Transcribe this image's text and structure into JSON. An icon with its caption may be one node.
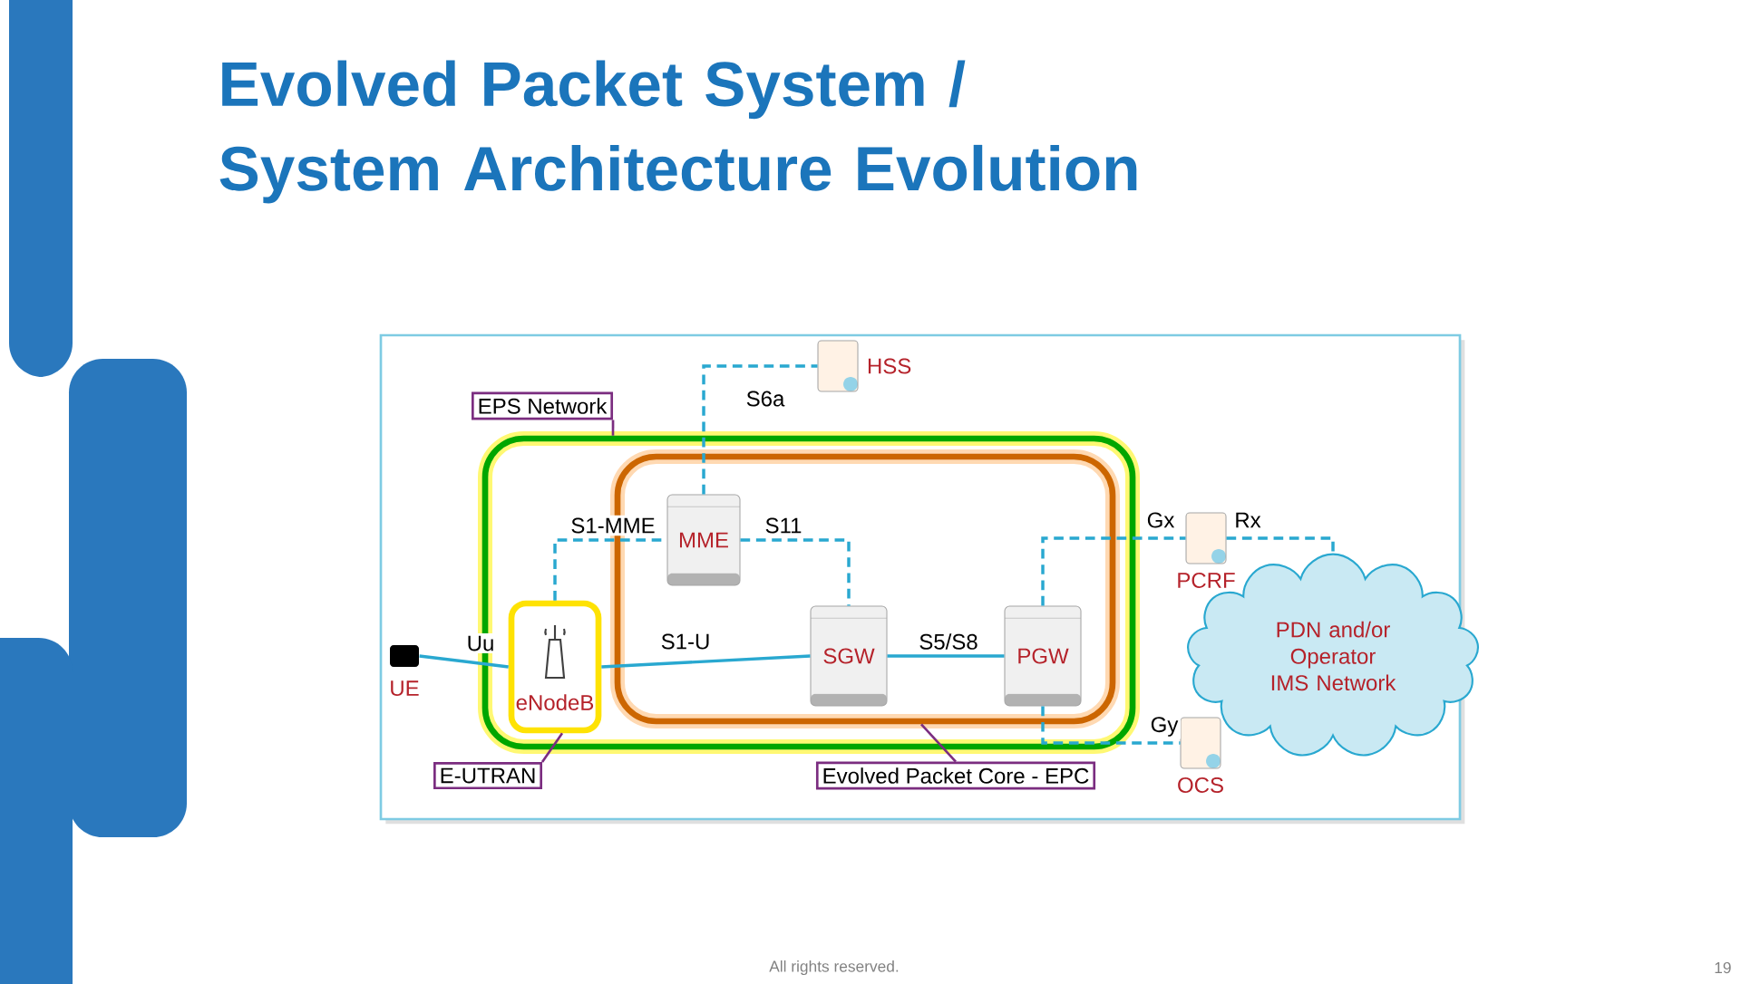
{
  "diagram": {
    "title": "Evolved Packet System / System Architecture Evolution",
    "nodes": [
      {
        "text": [],
        "shape": "box"
      },
      {
        "text": [],
        "shape": "box",
        "in": 0
      },
      {
        "text": [
          "UE"
        ]
      },
      {
        "text": [
          "eNodeB"
        ],
        "in": 0
      },
      {
        "text": [
          "MME"
        ],
        "in": 1
      },
      {
        "text": [
          "SGW"
        ],
        "in": 1
      },
      {
        "text": [
          "PGW"
        ],
        "in": 1
      },
      {
        "text": [
          "HSS"
        ]
      },
      {
        "text": [
          "PCRF"
        ]
      },
      {
        "text": [
          "OCS"
        ]
      },
      {
        "text": [
          "PDN and/or Operator IMS Network"
        ]
      },
      {
        "text": [
          "EPS Network"
        ]
      },
      {
        "text": [
          "E-UTRAN"
        ]
      },
      {
        "text": [
          "Evolved Packet Core - EPC"
        ]
      }
    ],
    "edges": [
      {
        "from": 2,
        "to": 3,
        "arrow": "none",
        "label": "Uu"
      },
      {
        "from": 3,
        "to": 4,
        "arrow": "none",
        "label": "S1-MME",
        "style": "dashed"
      },
      {
        "from": 3,
        "to": 5,
        "arrow": "none",
        "label": "S1-U"
      },
      {
        "from": 4,
        "to": 5,
        "arrow": "none",
        "label": "S11",
        "style": "dashed"
      },
      {
        "from": 4,
        "to": 7,
        "arrow": "none",
        "label": "S6a",
        "style": "dashed"
      },
      {
        "from": 5,
        "to": 6,
        "arrow": "none",
        "label": "S5/S8"
      },
      {
        "from": 6,
        "to": 8,
        "arrow": "none",
        "label": "Gx",
        "style": "dashed"
      },
      {
        "from": 8,
        "to": 10,
        "arrow": "none",
        "label": "Rx",
        "style": "dashed"
      },
      {
        "from": 6,
        "to": 9,
        "arrow": "none",
        "label": "Gy",
        "style": "dashed"
      },
      {
        "from": 11,
        "to": 0,
        "arrow": "none",
        "color": "#7b2d80"
      },
      {
        "from": 12,
        "to": 3,
        "arrow": "none",
        "color": "#7b2d80"
      },
      {
        "from": 13,
        "to": 1,
        "arrow": "none",
        "color": "#7b2d80"
      }
    ],
    "labels": [
      "All rights reserved.",
      "19"
    ]
  }
}
